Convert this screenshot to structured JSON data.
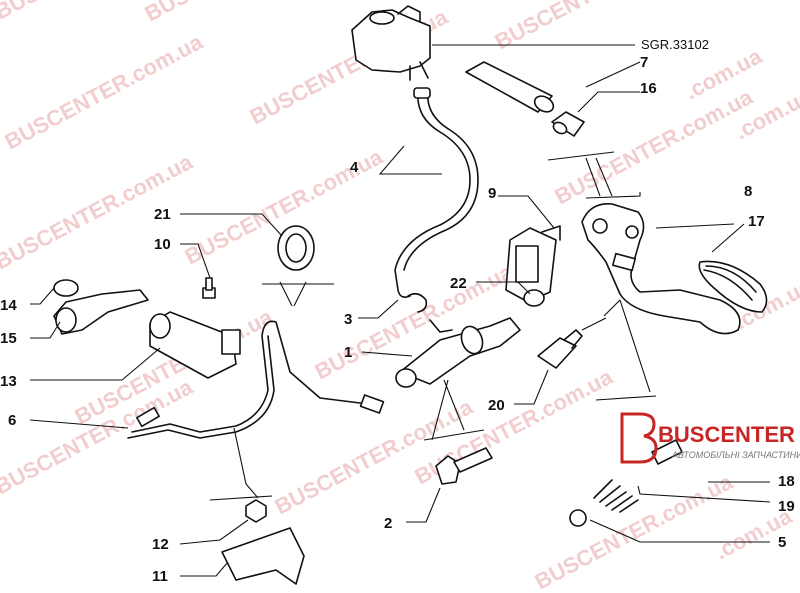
{
  "reference_code": "SGR.33102",
  "watermark": {
    "brand": "BUSCENTER",
    "domain": "BUSCENTER.com.ua",
    "suffix": ".com.ua"
  },
  "logo": {
    "name": "BUSCENTER",
    "tagline": "АВТОМОБІЛЬНІ ЗАПЧАСТИНИ"
  },
  "callouts": [
    "1",
    "2",
    "3",
    "4",
    "5",
    "6",
    "7",
    "8",
    "9",
    "10",
    "11",
    "12",
    "13",
    "14",
    "15",
    "16",
    "17",
    "18",
    "19",
    "20",
    "21",
    "22"
  ],
  "colors": {
    "watermark": "#e8a5a5",
    "logo": "#c72626",
    "line": "#111111"
  }
}
